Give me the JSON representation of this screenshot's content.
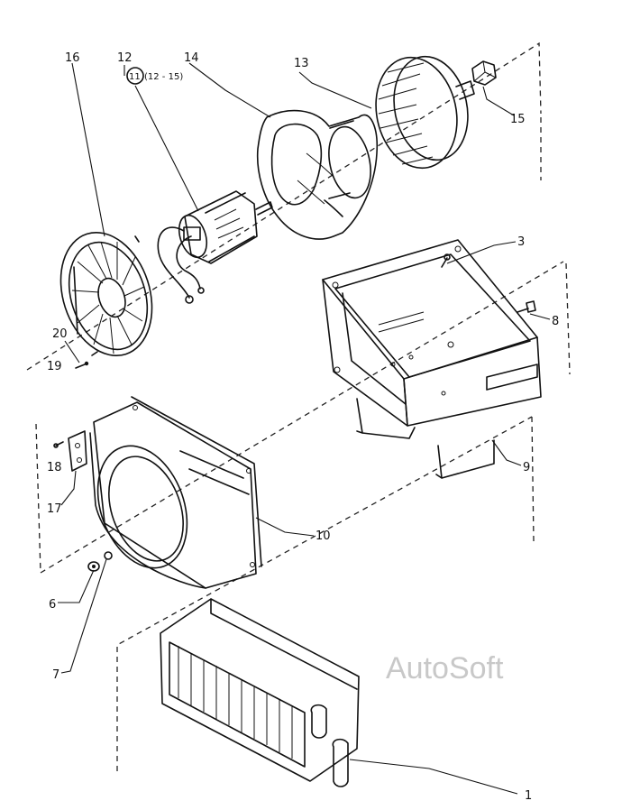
{
  "watermark": "AutoSoft",
  "callouts": {
    "c1": "1",
    "c3": "3",
    "c6": "6",
    "c7": "7",
    "c8": "8",
    "c9": "9",
    "c10": "10",
    "c12": "12",
    "c13": "13",
    "c14": "14",
    "c15": "15",
    "c16": "16",
    "c17": "17",
    "c18": "18",
    "c19": "19",
    "c20": "20",
    "kit_number": "11",
    "kit_range": "(12 - 15)"
  }
}
